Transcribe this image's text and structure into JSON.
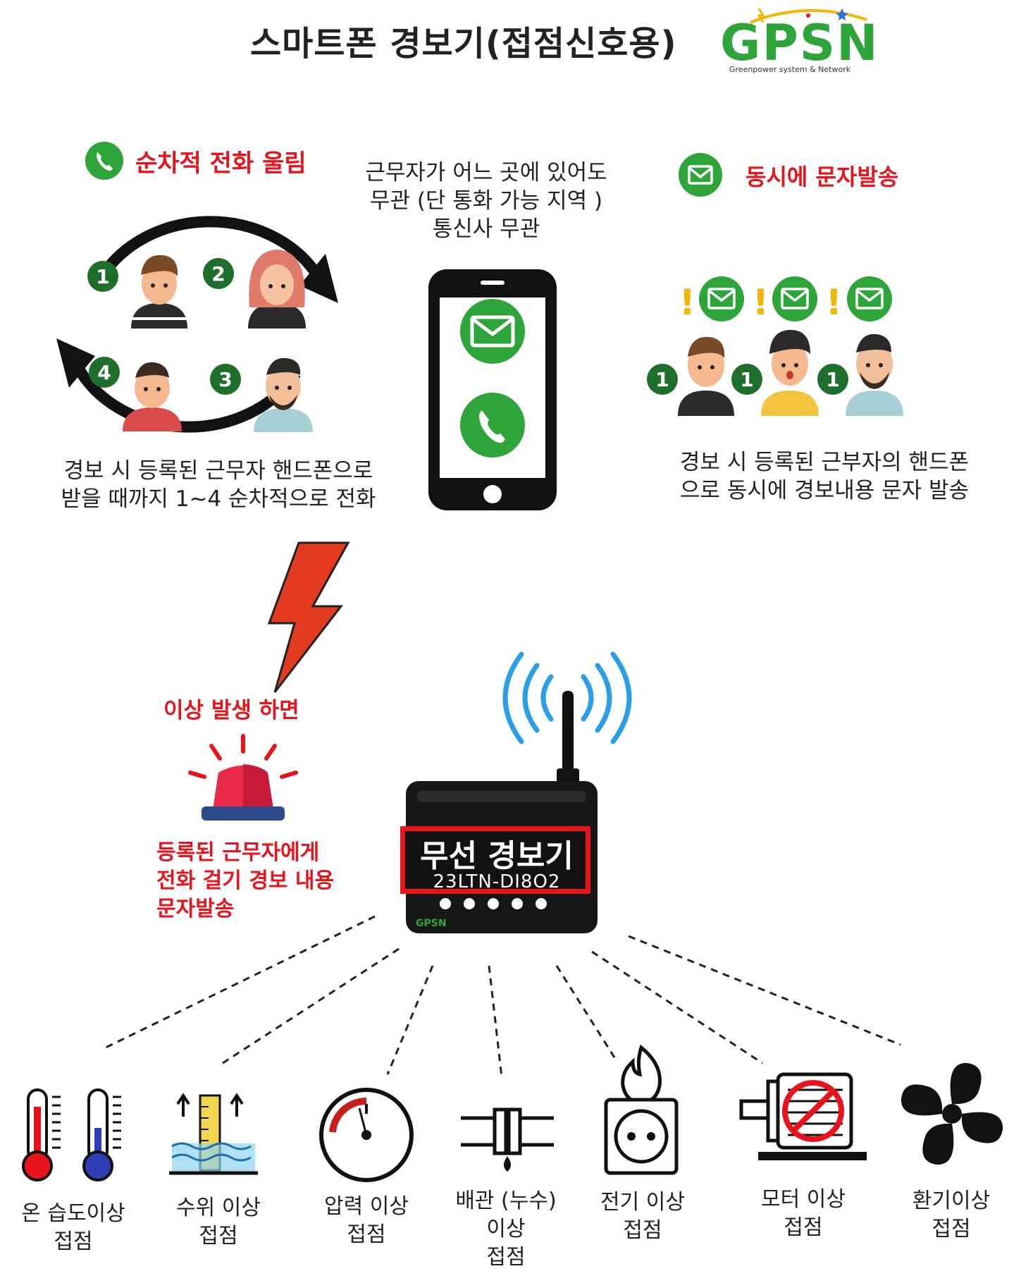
{
  "header": {
    "title": "스마트폰  경보기(접점신호용)",
    "logo_text": "GPSN",
    "logo_subtitle": "Greenpower system & Network"
  },
  "call_section": {
    "label": "순차적 전화 울림",
    "badges": [
      "1",
      "2",
      "3",
      "4"
    ],
    "description_line1": "경보 시 등록된 근무자 핸드폰으로",
    "description_line2": "받을 때까지 1~4 순차적으로 전화"
  },
  "center_note": {
    "line1": "근무자가  어느 곳에 있어도",
    "line2": "무관 (단 통화 가능 지역 )",
    "line3": "통신사 무관"
  },
  "sms_section": {
    "label": "동시에 문자발송",
    "badges": [
      "1",
      "1",
      "1"
    ],
    "description_line1": "경보 시 등록된 근부자의 핸드폰",
    "description_line2": "으로 동시에 경보내용 문자 발송"
  },
  "alarm": {
    "trigger_label": "이상 발생 하면",
    "action_line1": "등록된 근무자에게",
    "action_line2": "전화 걸기 경보 내용",
    "action_line3": "문자발송"
  },
  "device": {
    "title": "무선 경보기",
    "model": "23LTN-DI8O2",
    "brand": "GPSN"
  },
  "sensors": [
    {
      "line1": "온 습도이상",
      "line2": "접점",
      "line3": ""
    },
    {
      "line1": "수위 이상",
      "line2": "접점",
      "line3": ""
    },
    {
      "line1": "압력 이상",
      "line2": "접점",
      "line3": ""
    },
    {
      "line1": "배관 (누수)",
      "line2": "이상",
      "line3": "접점"
    },
    {
      "line1": "전기 이상",
      "line2": "접점",
      "line3": ""
    },
    {
      "line1": "모터 이상",
      "line2": "접점",
      "line3": ""
    },
    {
      "line1": "환기이상",
      "line2": "접점",
      "line3": ""
    }
  ],
  "colors": {
    "accent_red": "#e8141c",
    "green": "#2ea53a",
    "dark_green": "#1e6e2c",
    "black": "#111111"
  }
}
